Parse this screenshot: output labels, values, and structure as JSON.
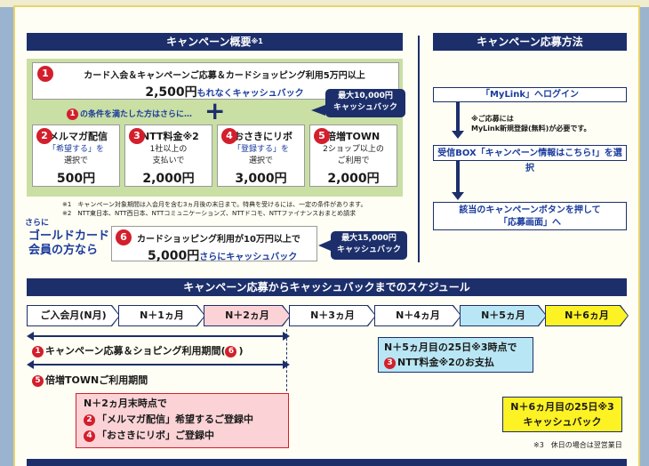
{
  "campaign_overview": {
    "header": "キャンペーン概要",
    "header_note": "※1",
    "item1": {
      "num": "1",
      "line1": "カード入会＆キャンペーンご応募＆カードショッピング利用5万円以上",
      "amount": "2,500円",
      "amount_suffix": "もれなくキャッシュバック"
    },
    "condition_num": "1",
    "condition_text": "の条件を満たした方はさらに…",
    "plus": "+",
    "max_badge": {
      "line1": "最大10,000円",
      "line2": "キャッシュバック"
    },
    "subs": [
      {
        "num": "2",
        "title": "メルマガ配信",
        "desc1": "「希望する」を",
        "desc2": "選択で",
        "amount": "500円"
      },
      {
        "num": "3",
        "title": "NTT料金※2",
        "desc1": "1社以上の",
        "desc2": "支払いで",
        "amount": "2,000円"
      },
      {
        "num": "4",
        "title": "おさきにリボ",
        "desc1": "「登録する」を",
        "desc2": "選択で",
        "amount": "3,000円"
      },
      {
        "num": "5",
        "title": "倍増TOWN",
        "desc1": "2ショップ以上の",
        "desc2": "ご利用で",
        "amount": "2,000円"
      }
    ],
    "note1": "※1　キャンペーン対象期間は入会月を含む3ヵ月後の末日まで。特典を受けるには、一定の条件があります。",
    "note2": "※2　NTT東日本、NTT西日本、NTTコミュニケーションズ、NTTドコモ、NTTファイナンスおまとめ請求",
    "gold": {
      "sarani": "さらに",
      "line1": "ゴールドカード",
      "line2": "会員の方なら"
    },
    "item6": {
      "num": "6",
      "line1": "カードショッピング利用が10万円以上で",
      "amount": "5,000円",
      "amount_suffix": "さらにキャッシュバック"
    },
    "max_badge2": {
      "line1": "最大15,000円",
      "line2": "キャッシュバック"
    }
  },
  "apply_method": {
    "header": "キャンペーン応募方法",
    "step1": "「MyLink」へログイン",
    "note_a": "※ご応募には",
    "note_b": "MyLink新規登録(無料)が必要です。",
    "step2": "受信BOX「キャンペーン情報はこちら!」を選択",
    "step3_line1": "該当のキャンペーンボタンを押して",
    "step3_line2": "「応募画面」へ"
  },
  "schedule": {
    "header": "キャンペーン応募からキャッシュバックまでのスケジュール",
    "months": [
      "ご入会月(N月)",
      "N＋1ヵ月",
      "N＋2ヵ月",
      "N＋3ヵ月",
      "N＋4ヵ月",
      "N＋5ヵ月",
      "N＋6ヵ月"
    ],
    "period1_num": "1",
    "period1_text": "キャンペーン応募＆ショピング利用期間(",
    "period1_num2": "6",
    "period1_close": ")",
    "period2_num": "5",
    "period2_text": "倍増TOWNご利用期間",
    "n2": {
      "title": "N＋2ヵ月末時点で",
      "row1_num": "2",
      "row1": "「メルマガ配信」希望するご登録中",
      "row2_num": "4",
      "row2": "「おさきにリボ」ご登録中"
    },
    "n5": {
      "line1": "N＋5ヵ月目の25日※3時点で",
      "num": "3",
      "line2": "NTT料金※2のお支払"
    },
    "n6": {
      "line1": "N＋6ヵ月目の25日※3",
      "line2": "キャッシュバック"
    },
    "note3": "※3　休日の場合は翌営業日"
  },
  "colors": {
    "navy": "#1c2f6b",
    "red": "#d31f2c",
    "green": "#c9dfa4",
    "pink": "#fbd3d6",
    "cyan": "#b9e6f4",
    "yellow": "#fdf223"
  }
}
